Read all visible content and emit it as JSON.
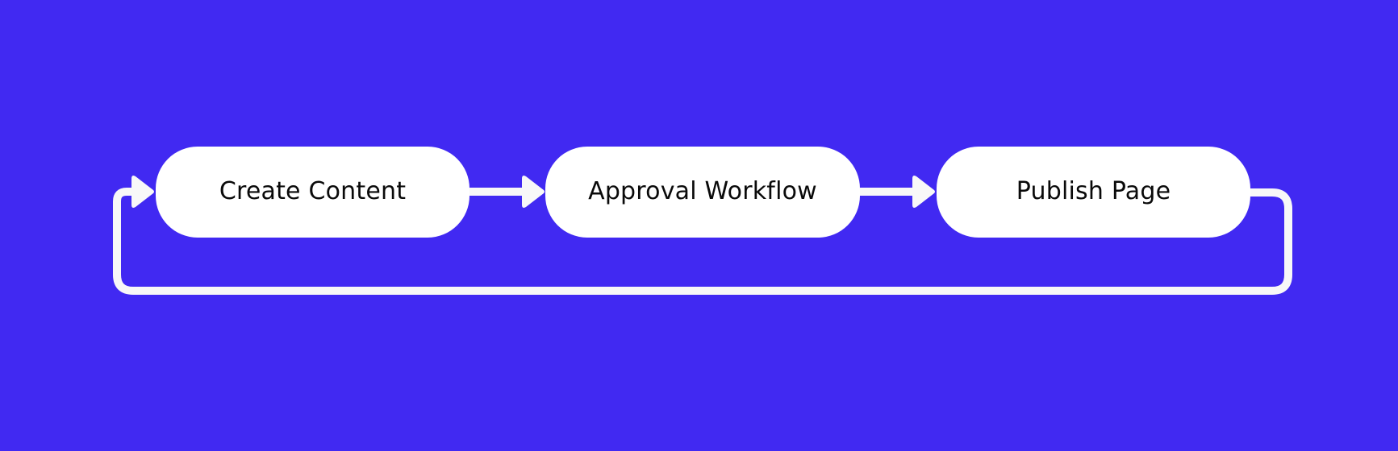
{
  "diagram": {
    "type": "cyclic-flowchart",
    "background_color": "#4129F2",
    "node_color": "#FFFFFF",
    "connector_color": "#F8F8F8",
    "text_color": "#0A0A0A",
    "nodes": [
      {
        "id": "create-content",
        "label": "Create Content"
      },
      {
        "id": "approval-workflow",
        "label": "Approval Workflow"
      },
      {
        "id": "publish-page",
        "label": "Publish Page"
      }
    ],
    "edges": [
      {
        "from": "create-content",
        "to": "approval-workflow"
      },
      {
        "from": "approval-workflow",
        "to": "publish-page"
      },
      {
        "from": "publish-page",
        "to": "create-content",
        "route": "loop-back-below"
      }
    ]
  }
}
